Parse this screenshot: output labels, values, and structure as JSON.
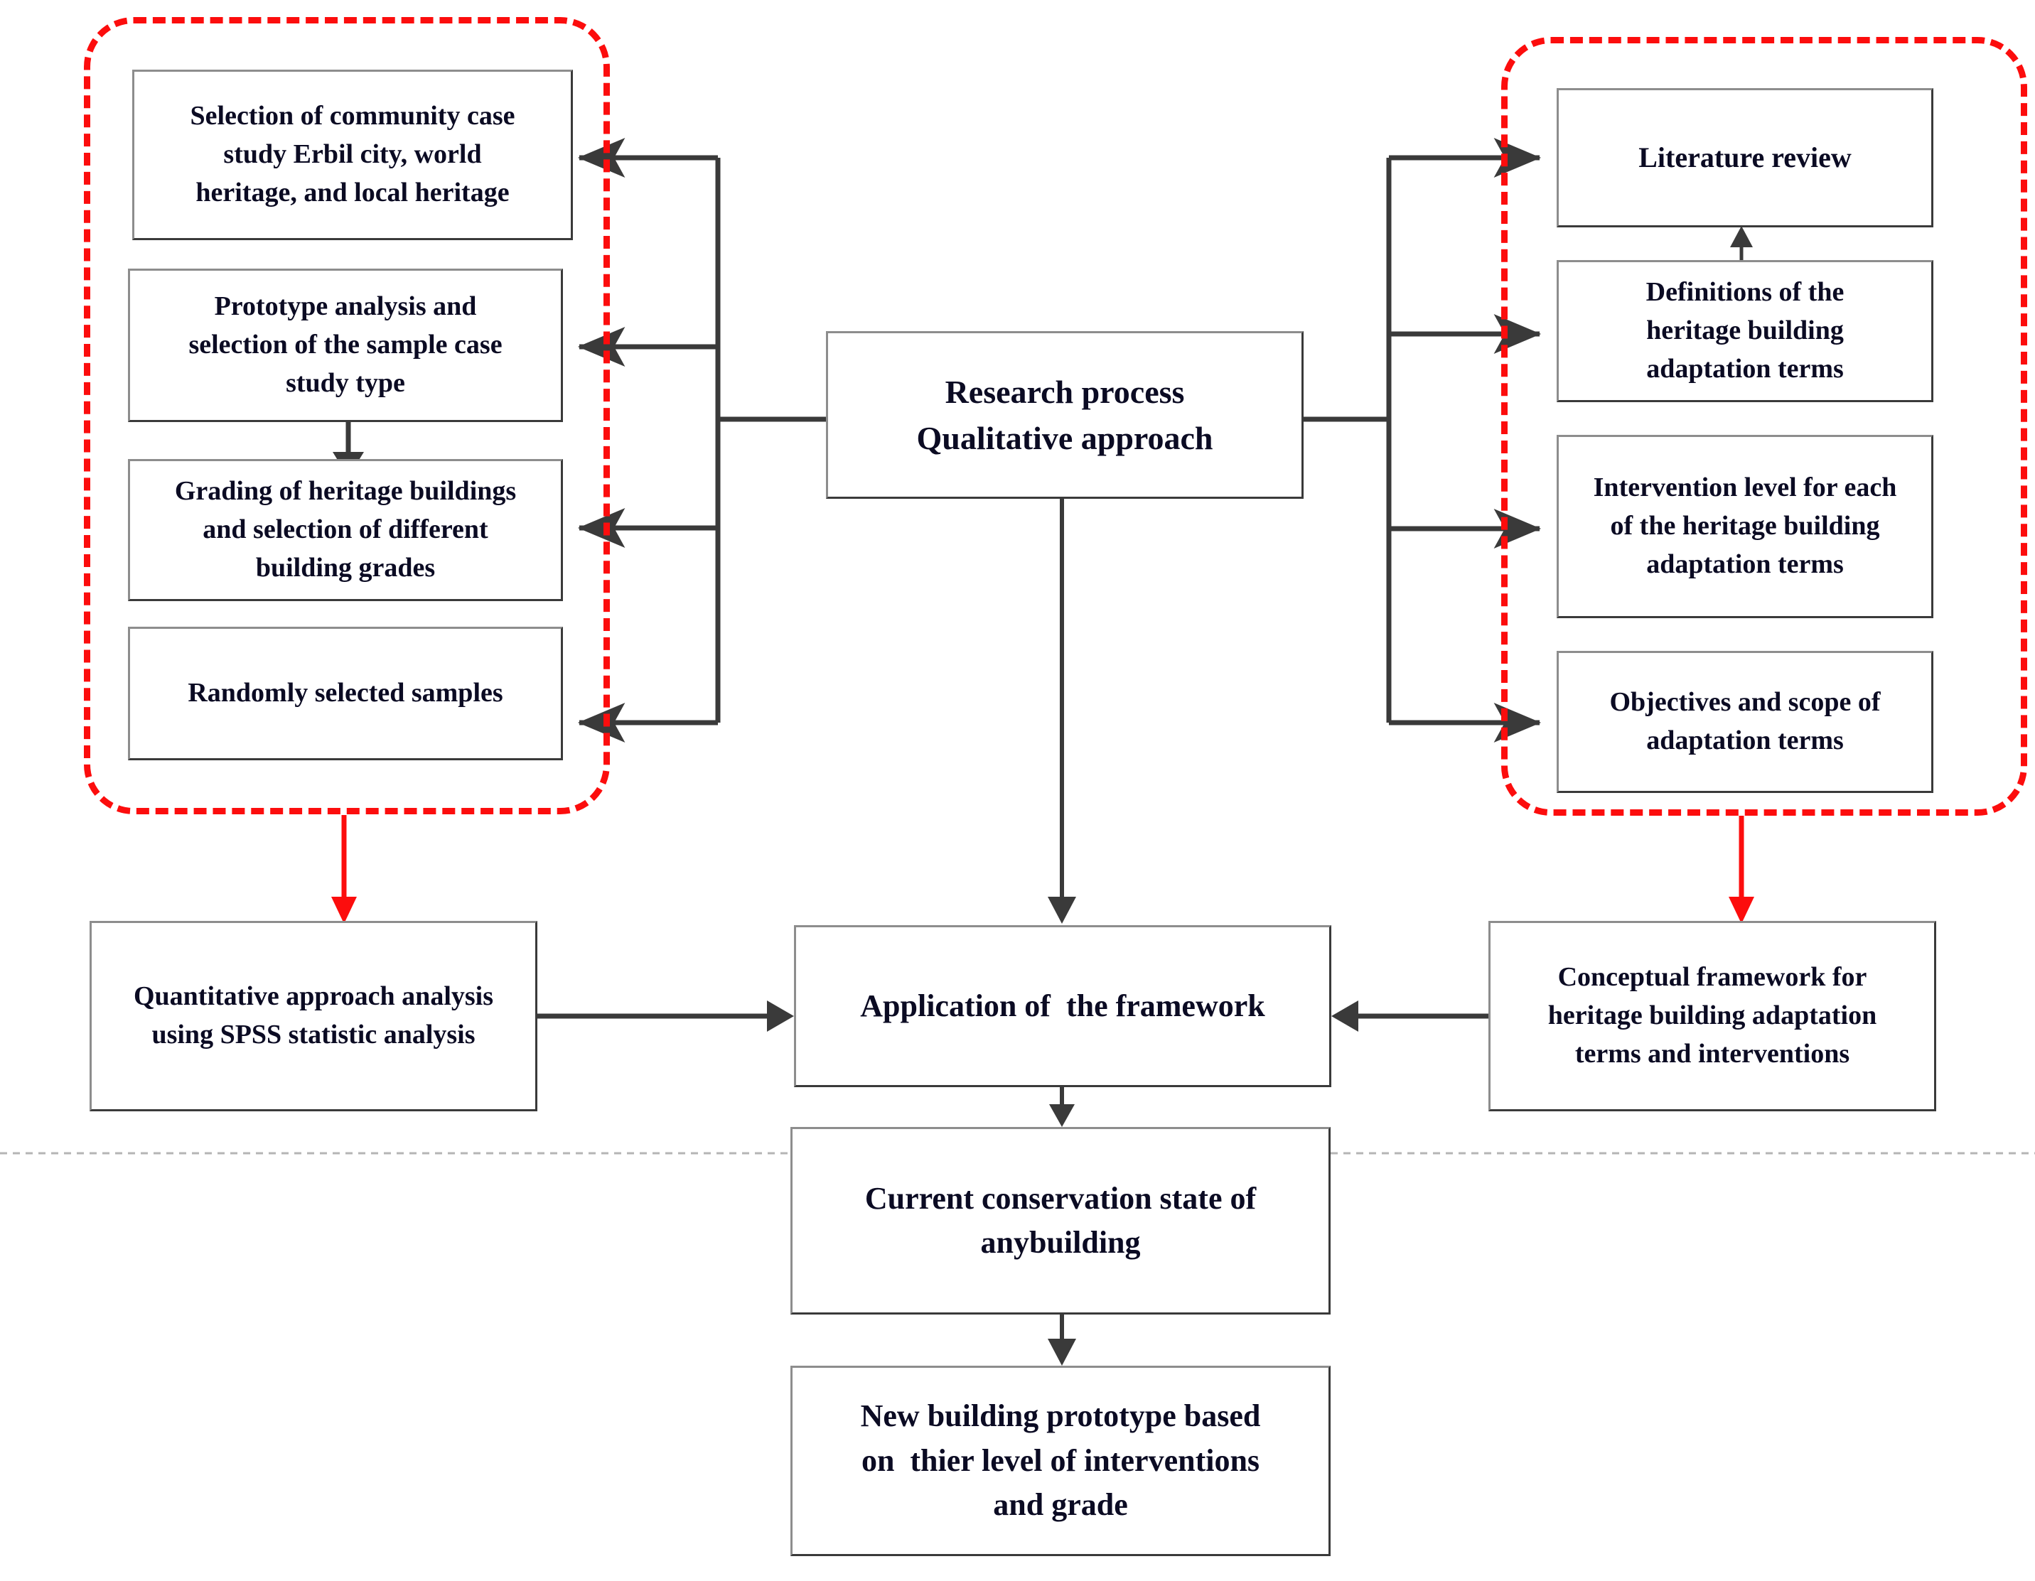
{
  "diagram": {
    "title_role": "research-methodology-flowchart",
    "colors": {
      "box_border": "#3a3a3a",
      "box_border_light": "#8d8d8d",
      "text": "#0b0b23",
      "dashed_region": "#fc0d0d",
      "connector": "#3a3a3a",
      "red_arrow": "#fc0d0d",
      "separator": "#b5b5b5",
      "background": "#ffffff"
    },
    "regions": [
      {
        "id": "left-qualitative-group",
        "name": "left-dashed-region"
      },
      {
        "id": "right-qualitative-group",
        "name": "right-dashed-region"
      }
    ],
    "nodes": {
      "selection_community": "Selection of community case study Erbil city, world heritage, and local heritage",
      "prototype_analysis": "Prototype analysis and selection of the sample case study type",
      "grading_buildings": "Grading of heritage buildings and selection of different building grades",
      "randomly_selected": "Randomly selected samples",
      "research_process": "Research process Qualitative approach",
      "literature_review": "Literature review",
      "definitions_terms": "Definitions of the heritage building adaptation terms",
      "intervention_level": "Intervention level for each of the heritage building adaptation terms",
      "objectives_scope": "Objectives and scope of adaptation terms",
      "quantitative_spss": "Quantitative approach analysis using SPSS statistic analysis",
      "conceptual_framework": "Conceptual framework for heritage building adaptation terms and interventions",
      "application_framework": "Application of  the framework",
      "current_conservation": "Current conservation state of anybuilding",
      "new_prototype": "New building prototype based on  thier level of interventions and grade"
    },
    "node_lines": {
      "selection_community": [
        "Selection of community case",
        "study Erbil city, world",
        "heritage, and local heritage"
      ],
      "prototype_analysis": [
        "Prototype analysis and",
        "selection of the sample case",
        "study type"
      ],
      "grading_buildings": [
        "Grading of heritage buildings",
        "and selection of different",
        "building grades"
      ],
      "randomly_selected": [
        "Randomly selected samples"
      ],
      "research_process": [
        "Research process",
        "Qualitative approach"
      ],
      "literature_review": [
        "Literature review"
      ],
      "definitions_terms": [
        "Definitions of the",
        "heritage building",
        "adaptation terms"
      ],
      "intervention_level": [
        "Intervention level for each",
        "of the heritage building",
        "adaptation terms"
      ],
      "objectives_scope": [
        "Objectives and scope of",
        "adaptation terms"
      ],
      "quantitative_spss": [
        "Quantitative approach analysis",
        "using SPSS statistic analysis"
      ],
      "conceptual_framework": [
        "Conceptual framework for",
        "heritage building adaptation",
        "terms and interventions"
      ],
      "application_framework": [
        "Application of  the framework"
      ],
      "current_conservation": [
        "Current conservation state of",
        "anybuilding"
      ],
      "new_prototype": [
        "New building prototype based",
        "on  thier level of interventions",
        "and grade"
      ]
    },
    "edges": [
      {
        "from": "research_process",
        "to": "selection_community",
        "style": "solid-black-arrow"
      },
      {
        "from": "research_process",
        "to": "prototype_analysis",
        "style": "solid-black-arrow"
      },
      {
        "from": "research_process",
        "to": "grading_buildings",
        "style": "solid-black-arrow"
      },
      {
        "from": "research_process",
        "to": "randomly_selected",
        "style": "solid-black-arrow"
      },
      {
        "from": "prototype_analysis",
        "to": "grading_buildings",
        "style": "solid-black-arrow"
      },
      {
        "from": "research_process",
        "to": "literature_review",
        "style": "solid-black-arrow"
      },
      {
        "from": "research_process",
        "to": "definitions_terms",
        "style": "solid-black-arrow"
      },
      {
        "from": "research_process",
        "to": "intervention_level",
        "style": "solid-black-arrow"
      },
      {
        "from": "research_process",
        "to": "objectives_scope",
        "style": "solid-black-arrow"
      },
      {
        "from": "definitions_terms",
        "to": "literature_review",
        "style": "solid-black-arrow"
      },
      {
        "from": "research_process",
        "to": "application_framework",
        "style": "solid-black-arrow"
      },
      {
        "from": "left-dashed-region",
        "to": "quantitative_spss",
        "style": "solid-red-arrow"
      },
      {
        "from": "right-dashed-region",
        "to": "conceptual_framework",
        "style": "solid-red-arrow"
      },
      {
        "from": "quantitative_spss",
        "to": "application_framework",
        "style": "solid-black-arrow"
      },
      {
        "from": "conceptual_framework",
        "to": "application_framework",
        "style": "solid-black-arrow"
      },
      {
        "from": "application_framework",
        "to": "current_conservation",
        "style": "solid-black-arrow"
      },
      {
        "from": "current_conservation",
        "to": "new_prototype",
        "style": "solid-black-arrow"
      }
    ]
  }
}
